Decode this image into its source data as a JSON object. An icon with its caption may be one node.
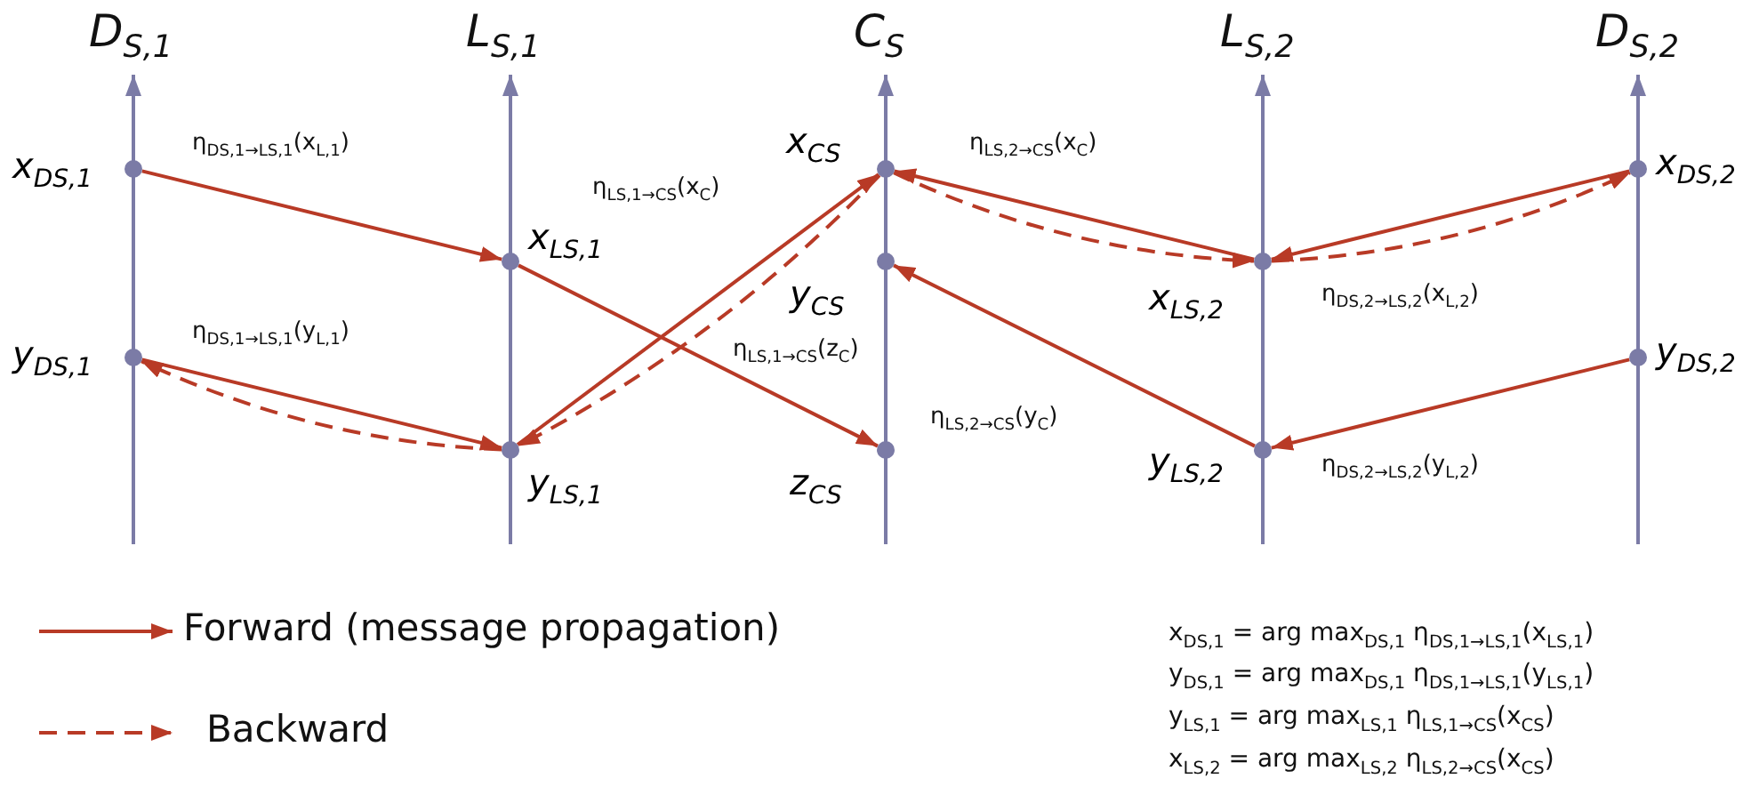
{
  "diagram": {
    "nodes": [
      {
        "text": [
          "x$_{DS,1}$"
        ]
      },
      {
        "text": [
          "y$_{DS,1}$"
        ]
      },
      {
        "text": [
          "x$_{LS,1}$"
        ]
      },
      {
        "text": [
          "y$_{LS,1}$"
        ]
      },
      {
        "text": [
          "x$_{CS}$"
        ]
      },
      {
        "text": [
          "y$_{CS}$"
        ]
      },
      {
        "text": [
          "z$_{CS}$"
        ]
      },
      {
        "text": [
          "x$_{LS,2}$"
        ]
      },
      {
        "text": [
          "y$_{LS,2}$"
        ]
      },
      {
        "text": [
          "x$_{DS,2}$"
        ]
      },
      {
        "text": [
          "y$_{DS,2}$"
        ]
      }
    ],
    "edges": [
      {
        "from": 0,
        "to": 2,
        "arrow": "to",
        "label": "η$_{DS,1→LS,1}$(x$_{L,1}$)"
      },
      {
        "from": 1,
        "to": 3,
        "arrow": "to",
        "label": "η$_{DS,1→LS,1}$(y$_{L,1}$)"
      },
      {
        "from": 3,
        "to": 1,
        "arrow": "to",
        "style": "dashed"
      },
      {
        "from": 2,
        "to": 6,
        "arrow": "to",
        "label": "η$_{LS,1→CS}$(z$_{C}$)"
      },
      {
        "from": 3,
        "to": 4,
        "arrow": "to",
        "label": "η$_{LS,1→CS}$(x$_{C}$)"
      },
      {
        "from": 4,
        "to": 3,
        "arrow": "to",
        "style": "dashed"
      },
      {
        "from": 7,
        "to": 4,
        "arrow": "to",
        "label": "η$_{LS,2→CS}$(x$_{C}$)"
      },
      {
        "from": 4,
        "to": 7,
        "arrow": "to",
        "style": "dashed"
      },
      {
        "from": 8,
        "to": 5,
        "arrow": "to",
        "label": "η$_{LS,2→CS}$(y$_{C}$)"
      },
      {
        "from": 9,
        "to": 7,
        "arrow": "to",
        "label": "η$_{DS,2→LS,2}$(x$_{L,2}$)"
      },
      {
        "from": 7,
        "to": 9,
        "arrow": "to",
        "style": "dashed"
      },
      {
        "from": 10,
        "to": 8,
        "arrow": "to",
        "label": "η$_{DS,2→LS,2}$(y$_{L,2}$)"
      }
    ],
    "labels": [
      "D$_{S,1}$",
      "L$_{S,1}$",
      "C$_{S}$",
      "L$_{S,2}$",
      "D$_{S,2}$",
      "x$_{DS,1}$ = arg max$_{DS,1}$ η$_{DS,1→LS,1}$(x$_{LS,1}$)",
      "y$_{DS,1}$ = arg max$_{DS,1}$ η$_{DS,1→LS,1}$(y$_{LS,1}$)",
      "y$_{LS,1}$ = arg max$_{LS,1}$ η$_{LS,1→CS}$(x$_{CS}$)",
      "x$_{LS,2}$ = arg max$_{LS,2}$ η$_{LS,2→CS}$(x$_{CS}$)"
    ],
    "legend": [
      {
        "text": "Forward (message propagation)"
      },
      {
        "text": "Backward"
      }
    ]
  }
}
